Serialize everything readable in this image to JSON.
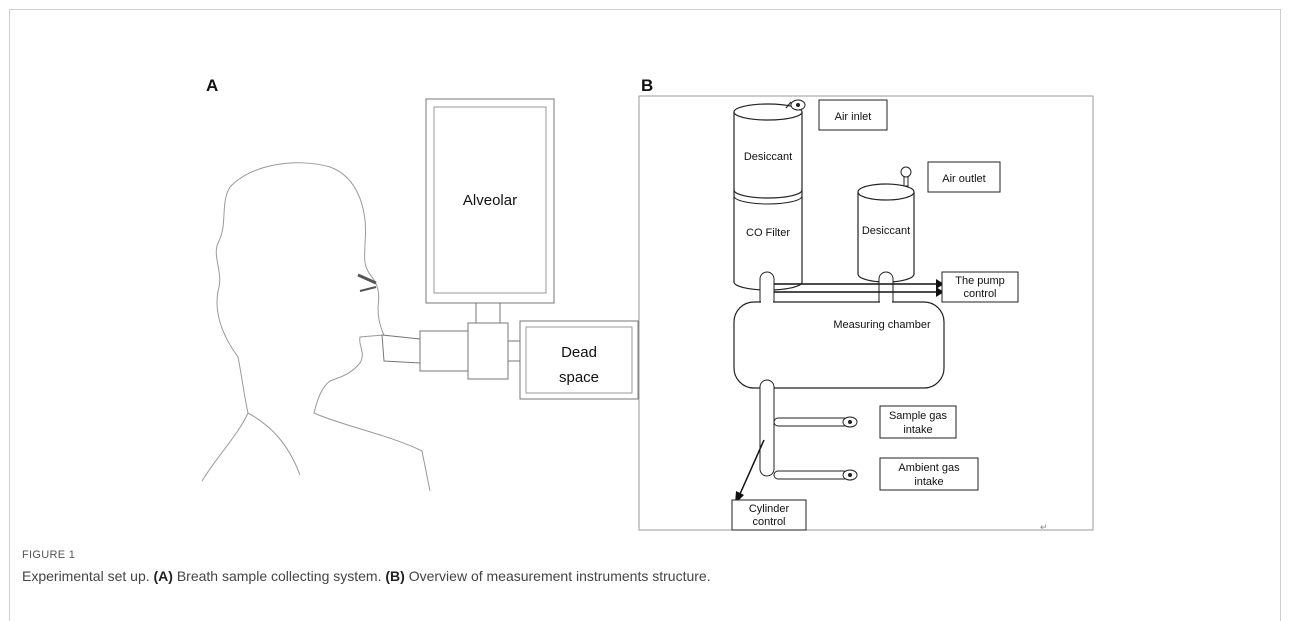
{
  "panels": {
    "a": {
      "letter": "A",
      "labels": {
        "alveolar": "Alveolar",
        "dead_line1": "Dead",
        "dead_line2": "space"
      }
    },
    "b": {
      "letter": "B",
      "labels": {
        "air_inlet": "Air inlet",
        "desiccant_top": "Desiccant",
        "co_filter": "CO Filter",
        "desiccant_right": "Desiccant",
        "air_outlet": "Air outlet",
        "pump_line1": "The pump",
        "pump_line2": "control",
        "measuring_chamber": "Measuring chamber",
        "sample_line1": "Sample gas",
        "sample_line2": "intake",
        "ambient_line1": "Ambient gas",
        "ambient_line2": "intake",
        "cylinder_line1": "Cylinder",
        "cylinder_line2": "control"
      }
    }
  },
  "caption": {
    "label": "FIGURE 1",
    "intro": "Experimental set up.",
    "part_a_tag": "(A)",
    "part_a_text": "Breath sample collecting system.",
    "part_b_tag": "(B)",
    "part_b_text": "Overview of measurement instruments structure."
  },
  "return_mark": "↵"
}
